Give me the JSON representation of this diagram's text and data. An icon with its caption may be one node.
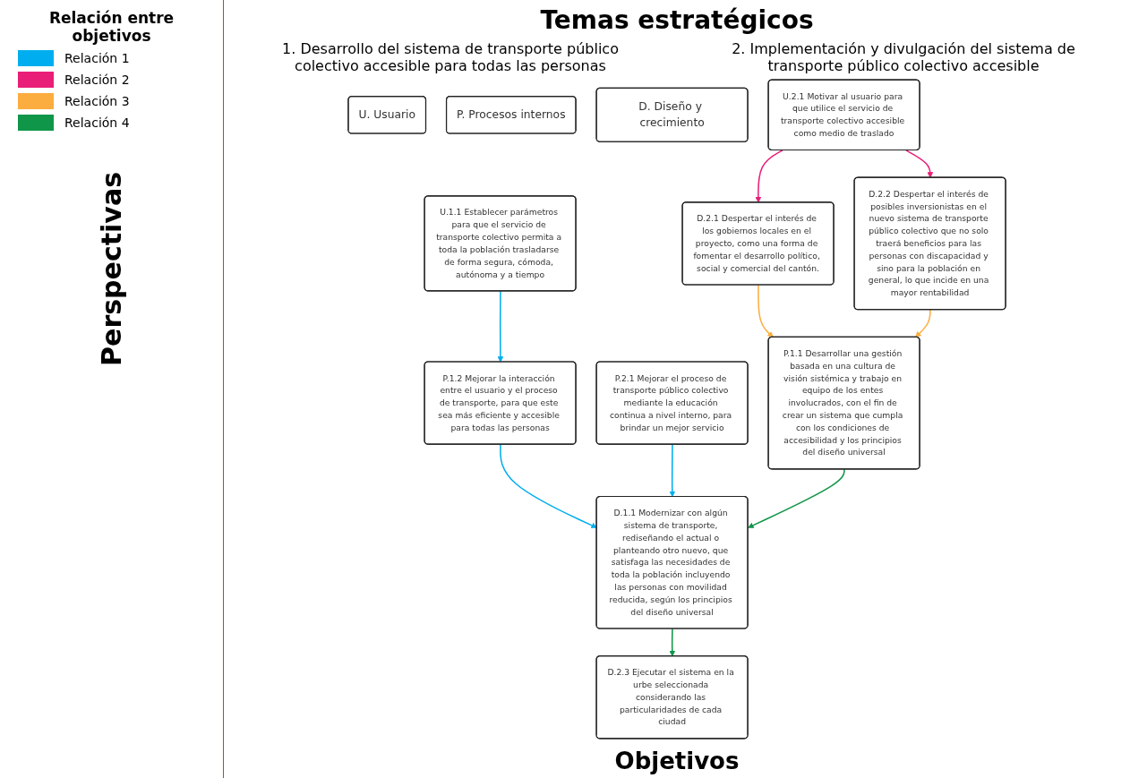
{
  "diagram": {
    "title": "Temas estratégicos",
    "nodes": [
      {
        "text": [
          "U. Usuario"
        ]
      },
      {
        "text": [
          "P. Procesos internos"
        ]
      },
      {
        "text": [
          "D. Diseño y crecimiento"
        ]
      },
      {
        "text": [
          "U.1.1 Establecer parámetros para que el servicio de transporte colectivo permita a toda la población trasladarse de forma segura, cómoda, autónoma y a tiempo"
        ]
      },
      {
        "text": [
          "U.2.1 Motivar al usuario para que utilice el servicio de transporte colectivo accesible como medio de traslado"
        ]
      },
      {
        "text": [
          "P.1.1 Desarrollar una gestión basada en una cultura de visión sistémica y trabajo en equipo de los entes involucrados, con el fin de crear un sistema que cumpla con los condiciones de accesibilidad y los principios del diseño universal"
        ]
      },
      {
        "text": [
          "P.1.2 Mejorar la interacción entre el usuario y el proceso de transporte, para que este sea más eficiente y accesible para todas las personas"
        ]
      },
      {
        "text": [
          "P.2.1 Mejorar el proceso de transporte público colectivo mediante la educación continua a nivel interno, para brindar un mejor servicio"
        ]
      },
      {
        "text": [
          "D.1.1 Modernizar con algún sistema de transporte, rediseñando el actual o planteando otro nuevo, que satisfaga las necesidades de toda la población incluyendo las personas con movilidad reducida, según los principios del diseño universal"
        ]
      },
      {
        "text": [
          "D.2.1 Despertar el interés de los gobiernos locales en el proyecto, como una forma de fomentar el desarrollo político, social y comercial del cantón."
        ]
      },
      {
        "text": [
          "D.2.2 Despertar el interés de posibles inversionistas en el nuevo sistema de transporte público colectivo que no solo traerá beneficios para las personas con discapacidad y sino para la población en general, lo que incide en una mayor rentabilidad"
        ]
      },
      {
        "text": [
          "D.2.3 Ejecutar el sistema en la urbe seleccionada considerando las particularidades de cada ciudad"
        ]
      }
    ],
    "edges": [
      {
        "from": 3,
        "to": 6,
        "arrow": "to",
        "color": "#00aeef"
      },
      {
        "from": 6,
        "to": 8,
        "arrow": "to",
        "color": "#00aeef"
      },
      {
        "from": 7,
        "to": 8,
        "arrow": "to",
        "color": "#00aeef"
      },
      {
        "from": 4,
        "to": 9,
        "arrow": "to",
        "color": "#e91e78"
      },
      {
        "from": 4,
        "to": 10,
        "arrow": "to",
        "color": "#e91e78"
      },
      {
        "from": 9,
        "to": 5,
        "arrow": "to",
        "color": "#fbad3f"
      },
      {
        "from": 10,
        "to": 5,
        "arrow": "to",
        "color": "#fbad3f"
      },
      {
        "from": 5,
        "to": 8,
        "arrow": "to",
        "color": "#0f9648"
      },
      {
        "from": 8,
        "to": 11,
        "arrow": "to",
        "color": "#0f9648"
      }
    ],
    "labels": [
      "Relación entre objetivos",
      "1. Desarrollo del sistema de transporte público colectivo accesible para todas las personas",
      "2. Implementación y divulgación del sistema de transporte público colectivo accesible",
      "Perspectivas",
      "Objetivos"
    ],
    "legend": [
      {
        "text": "Relación 1",
        "color": "#00aeef"
      },
      {
        "text": "Relación 2",
        "color": "#e91e78"
      },
      {
        "text": "Relación 3",
        "color": "#fbad3f"
      },
      {
        "text": "Relación 4",
        "color": "#0f9648"
      }
    ]
  }
}
